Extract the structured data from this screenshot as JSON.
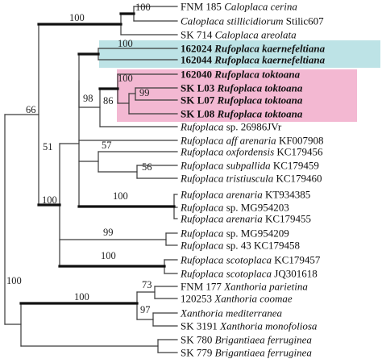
{
  "figure": {
    "highlight_colors": {
      "cyan": "#bde3e6",
      "pink": "#f3b8d2"
    },
    "line_color": "#333333"
  },
  "tips": [
    {
      "id": "FNM 185",
      "species": "Caloplaca cerina",
      "suffix": ""
    },
    {
      "id": "",
      "species": "Caloplaca stillicidiorum",
      "suffix": " Stilic607"
    },
    {
      "id": "SK 714",
      "species": "Caloplaca areolata",
      "suffix": ""
    },
    {
      "id": "162024",
      "species": "Rufoplaca kaernefeltiana",
      "suffix": "",
      "highlight": "cyan"
    },
    {
      "id": "162044",
      "species": "Rufoplaca kaernefeltiana",
      "suffix": "",
      "highlight": "cyan"
    },
    {
      "id": "162040",
      "species": "Rufoplaca toktoana",
      "suffix": "",
      "highlight": "pink"
    },
    {
      "id": "SK L03",
      "species": "Rufoplaca toktoana",
      "suffix": "",
      "highlight": "pink"
    },
    {
      "id": "SK L07",
      "species": "Rufoplaca toktoana",
      "suffix": "",
      "highlight": "pink"
    },
    {
      "id": "SK L08",
      "species": "Rufoplaca toktoana",
      "suffix": "",
      "highlight": "pink"
    },
    {
      "id": "",
      "species": "Rufoplaca",
      "suffix": " sp. 26986JVr"
    },
    {
      "id": "",
      "species": "Rufoplaca aff arenaria",
      "suffix": " KF007908"
    },
    {
      "id": "",
      "species": "Rufoplaca oxfordensis",
      "suffix": " KC179456"
    },
    {
      "id": "",
      "species": "Rufoplaca subpallida",
      "suffix": " KC179459"
    },
    {
      "id": "",
      "species": "Rufoplaca tristiuscula",
      "suffix": " KC179460"
    },
    {
      "id": "",
      "species": "Rufoplaca arenaria",
      "suffix": " KT934385"
    },
    {
      "id": "",
      "species": "Rufoplaca",
      "suffix": " sp. MG954203"
    },
    {
      "id": "",
      "species": "Rufoplaca arenaria",
      "suffix": " KC179455"
    },
    {
      "id": "",
      "species": "Rufoplaca",
      "suffix": " sp. MG954209"
    },
    {
      "id": "",
      "species": "Rufoplaca",
      "suffix": " sp. 43 KC179458"
    },
    {
      "id": "",
      "species": "Rufoplaca scotoplaca",
      "suffix": " KC179457"
    },
    {
      "id": "",
      "species": "Rufoplaca scotoplaca",
      "suffix": " JQ301618"
    },
    {
      "id": "FNM 177",
      "species": "Xanthoria parietina",
      "suffix": ""
    },
    {
      "id": "120253",
      "species": "Xanthoria coomae",
      "suffix": ""
    },
    {
      "id": "",
      "species": "Xanthoria mediterranea",
      "suffix": ""
    },
    {
      "id": "SK 3191",
      "species": "Xanthoria monofoliosa",
      "suffix": ""
    },
    {
      "id": "SK 780",
      "species": "Brigantiaea ferruginea",
      "suffix": ""
    },
    {
      "id": "SK 779",
      "species": "Brigantiaea ferruginea",
      "suffix": ""
    }
  ],
  "supports": {
    "root": "100",
    "ingroup": "66",
    "rufoplaca": "100",
    "caloplaca_top": "100",
    "kaernefeltiana": "100",
    "clade98": "98",
    "clade86": "86",
    "toktoana": "100",
    "toktoana_sub": "99",
    "clade51": "51",
    "clade57": "57",
    "clade56": "56",
    "arenaria_clade": "100",
    "clade99_sp": "99",
    "scotoplaca": "100",
    "xanthoria": "100",
    "xanthoria_a": "73",
    "xanthoria_b": "97"
  }
}
